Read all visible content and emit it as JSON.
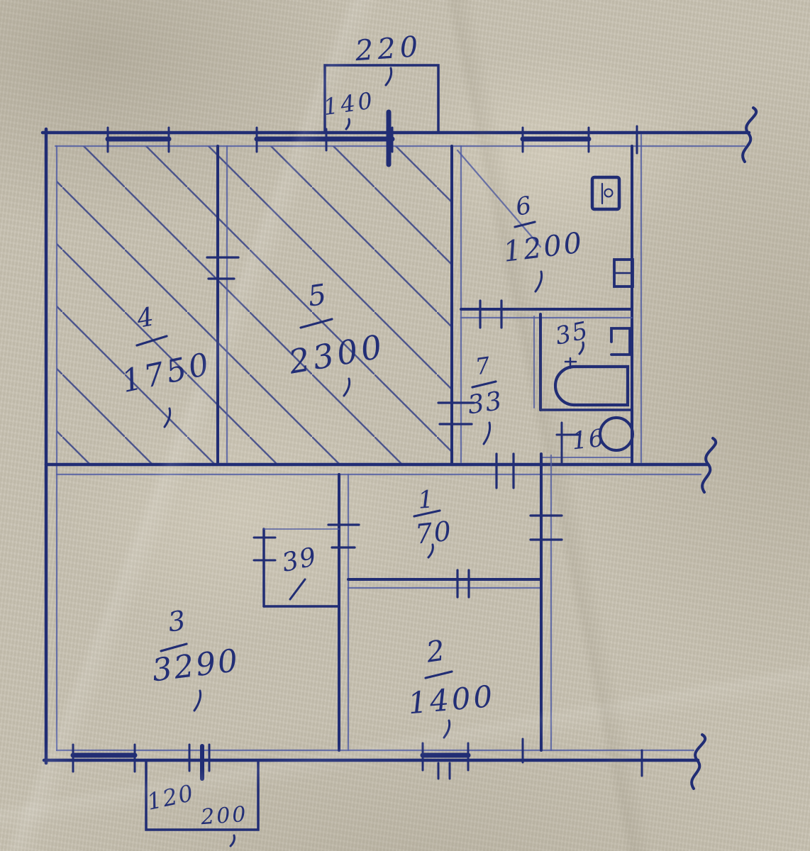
{
  "drawing": {
    "kind": "hand-drawn apartment floor plan sketch, blue ink on aged paper"
  },
  "colors": {
    "paper": "#c8c2b2",
    "ink": "#212d74",
    "ink_light": "#4d5aa2"
  },
  "balcony_top": {
    "width": "220",
    "depth": "140"
  },
  "balcony_bottom": {
    "depth": "120",
    "width": "200"
  },
  "rooms": {
    "r1": {
      "number": "1",
      "area": "70"
    },
    "r2": {
      "number": "2",
      "area": "1400"
    },
    "r3": {
      "number": "3",
      "area": "3290"
    },
    "r4": {
      "number": "4",
      "area": "1750"
    },
    "r5": {
      "number": "5",
      "area": "2300"
    },
    "r6": {
      "number": "6",
      "area": "1200"
    },
    "r7": {
      "number": "7",
      "area": "33"
    }
  },
  "service": {
    "bathroom": "35",
    "wc": "16",
    "closet": "39"
  }
}
